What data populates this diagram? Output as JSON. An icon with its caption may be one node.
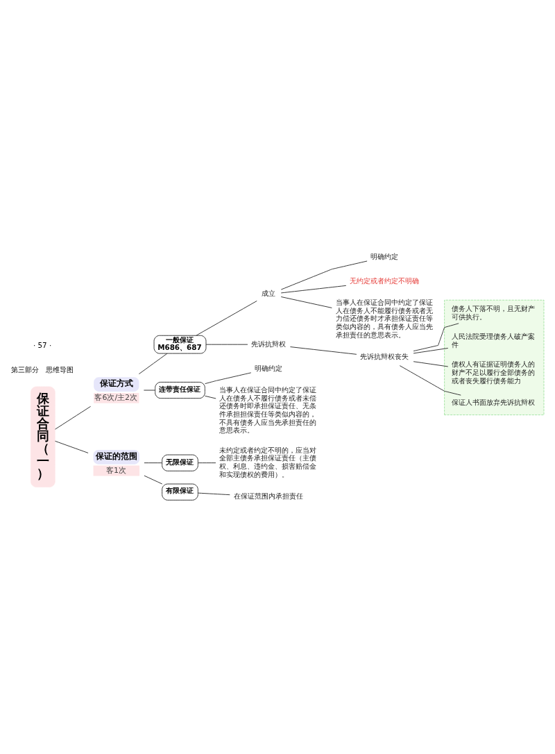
{
  "diagram": {
    "nodes": [
      {
        "text": [
          "保证合同（一）"
        ]
      },
      {
        "text": [
          "保证方式"
        ],
        "beside": [
          "客6次/主2次"
        ]
      },
      {
        "text": [
          "一般保证",
          "M686、687"
        ]
      },
      {
        "text": [
          "成立"
        ]
      },
      {
        "text": [
          "明确约定"
        ]
      },
      {
        "text": [
          "无约定或者约定不明确"
        ]
      },
      {
        "text": [
          "当事人在保证合同中约定了保证人在债务人不能履行债务或者无力偿还债务时才承担保证责任等类似内容的，具有债务人应当先承担责任的意思表示。"
        ]
      },
      {
        "text": [
          "先诉抗辩权"
        ]
      },
      {
        "text": [
          "先诉抗辩权丧失"
        ]
      },
      {
        "text": [],
        "shape": "box"
      },
      {
        "text": [
          "债务人下落不明，且无财产可供执行。"
        ],
        "in": 9
      },
      {
        "text": [
          "人民法院受理债务人破产案件"
        ],
        "in": 9
      },
      {
        "text": [
          "债权人有证据证明债务人的财产不足以履行全部债务的或者丧失履行债务能力"
        ],
        "in": 9
      },
      {
        "text": [
          "保证人书面放弃先诉抗辩权"
        ],
        "in": 9
      },
      {
        "text": [
          "连带责任保证"
        ]
      },
      {
        "text": [
          "明确约定"
        ]
      },
      {
        "text": [
          "当事人在保证合同中约定了保证人在债务人不履行债务或者未偿还债务时即承担保证责任、无条件承担担保责任等类似内容的，不具有债务人应当先承担责任的意思表示。"
        ]
      },
      {
        "text": [
          "保证的范围"
        ],
        "beside": [
          "客1次"
        ]
      },
      {
        "text": [
          "无限保证"
        ]
      },
      {
        "text": [
          "未约定或者约定不明的，应当对全部主债务承担保证责任（主债权、利息、违约金、损害赔偿金和实现债权的费用）。"
        ]
      },
      {
        "text": [
          "有限保证"
        ]
      },
      {
        "text": [
          "在保证范围内承担责任"
        ]
      }
    ],
    "edges": [
      {
        "from": 0,
        "to": 1,
        "arrow": "none"
      },
      {
        "from": 1,
        "to": 2,
        "arrow": "none"
      },
      {
        "from": 2,
        "to": 3,
        "arrow": "none"
      },
      {
        "from": 3,
        "to": 4,
        "arrow": "none"
      },
      {
        "from": 3,
        "to": 5,
        "arrow": "none"
      },
      {
        "from": 3,
        "to": 6,
        "arrow": "none"
      },
      {
        "from": 2,
        "to": 7,
        "arrow": "none"
      },
      {
        "from": 7,
        "to": 8,
        "arrow": "none"
      },
      {
        "from": 8,
        "to": 10,
        "arrow": "none"
      },
      {
        "from": 8,
        "to": 11,
        "arrow": "none"
      },
      {
        "from": 8,
        "to": 12,
        "arrow": "none"
      },
      {
        "from": 8,
        "to": 13,
        "arrow": "none"
      },
      {
        "from": 1,
        "to": 14,
        "arrow": "none"
      },
      {
        "from": 14,
        "to": 15,
        "arrow": "none"
      },
      {
        "from": 14,
        "to": 16,
        "arrow": "none"
      },
      {
        "from": 0,
        "to": 17,
        "arrow": "none"
      },
      {
        "from": 17,
        "to": 18,
        "arrow": "none"
      },
      {
        "from": 18,
        "to": 19,
        "arrow": "none"
      },
      {
        "from": 17,
        "to": 20,
        "arrow": "none"
      },
      {
        "from": 20,
        "to": 21,
        "arrow": "none"
      }
    ],
    "labels": [
      "第三部分　思维导图",
      "· 57 ·"
    ]
  }
}
